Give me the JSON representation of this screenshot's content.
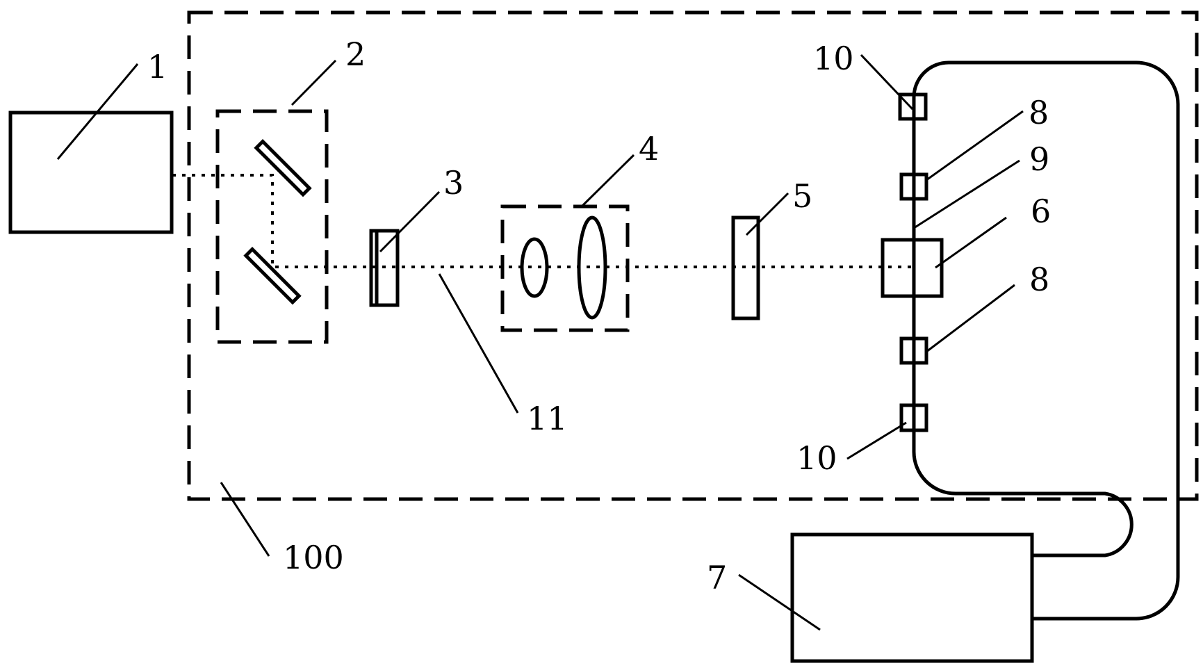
{
  "labels": {
    "l1": "1",
    "l2": "2",
    "l3": "3",
    "l4": "4",
    "l5": "5",
    "l6": "6",
    "l7": "7",
    "l8a": "8",
    "l8b": "8",
    "l9": "9",
    "l10a": "10",
    "l10b": "10",
    "l11": "11",
    "l100": "100"
  }
}
